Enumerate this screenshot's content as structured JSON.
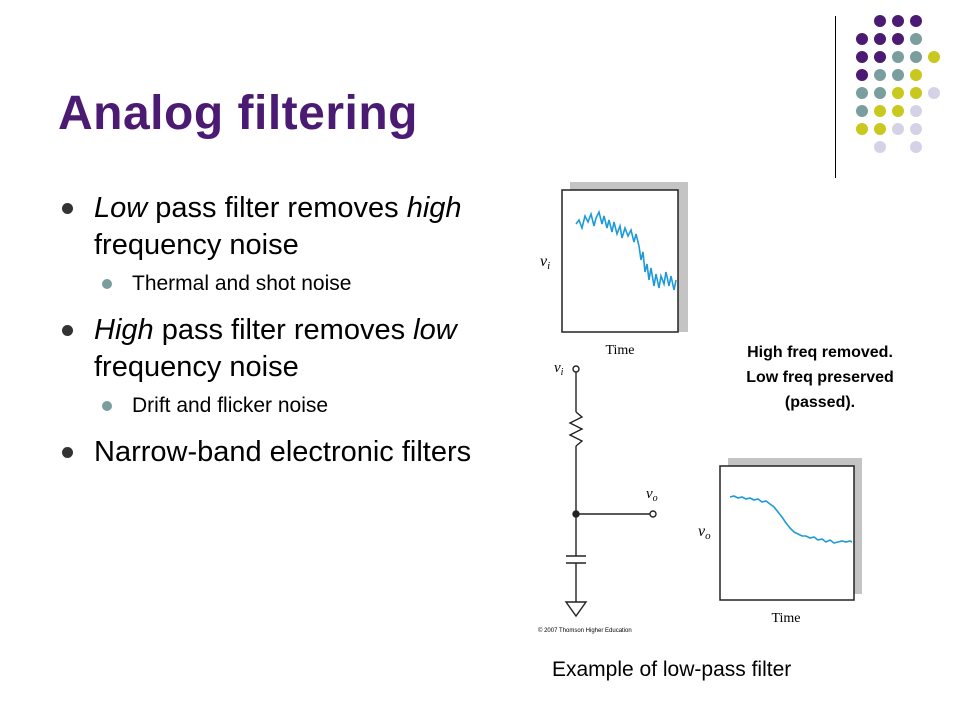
{
  "slide": {
    "title": "Analog filtering",
    "bullets": [
      {
        "em1": "Low",
        "t1": " pass filter removes ",
        "em2": "high",
        "t2": " frequency noise",
        "sub": "Thermal and shot noise"
      },
      {
        "em1": "High",
        "t1": " pass filter removes ",
        "em2": "low",
        "t2": " frequency noise",
        "sub": "Drift and flicker noise"
      },
      {
        "text": "Narrow-band electronic filters"
      }
    ]
  },
  "figure": {
    "input_label": "v",
    "input_sub": "i",
    "output_label": "v",
    "output_sub": "o",
    "time_label": "Time",
    "copyright": "© 2007 Thomson Higher Education"
  },
  "annotation": {
    "line1": "High freq removed.",
    "line2": "Low freq preserved",
    "line3": "(passed)."
  },
  "caption": "Example of low-pass filter",
  "colors": {
    "title": "#4b1a72",
    "dot_purple": "#4b1a72",
    "dot_teal": "#7a9e9e",
    "dot_yellow": "#c8c81e",
    "dot_lavender": "#d4d2e6",
    "signal": "#1e9bd7"
  }
}
